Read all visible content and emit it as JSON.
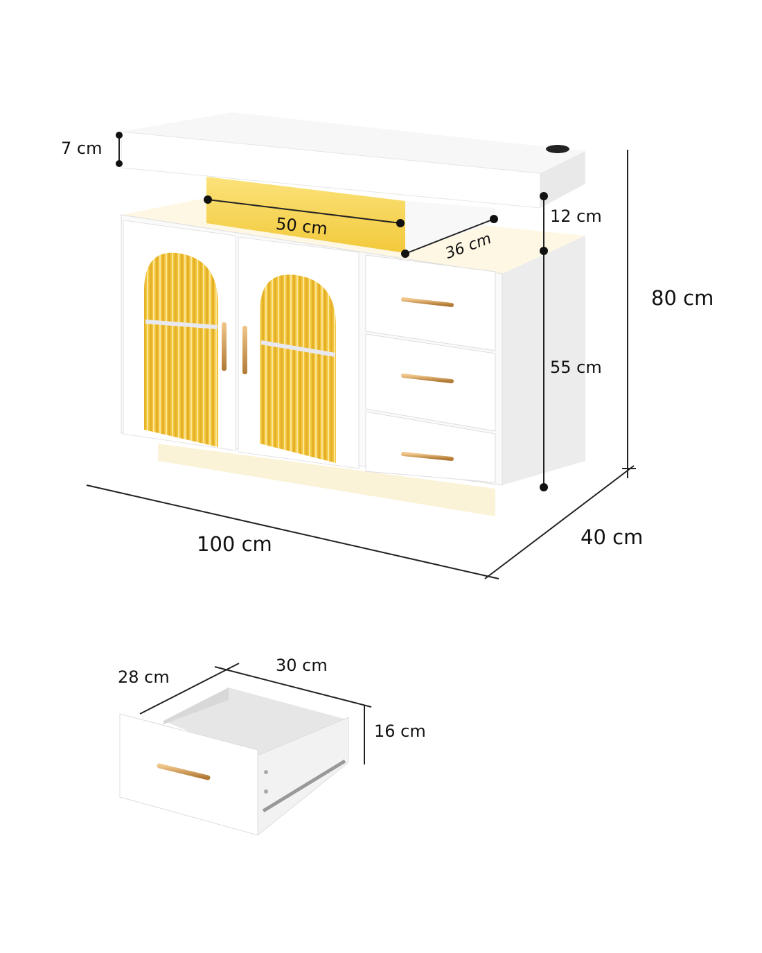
{
  "cabinet": {
    "dimensions": {
      "top_thickness": "7 cm",
      "open_shelf_width": "50 cm",
      "open_shelf_depth": "36 cm",
      "open_shelf_height": "12 cm",
      "total_height": "80 cm",
      "body_height": "55 cm",
      "width": "100 cm",
      "depth": "40 cm"
    }
  },
  "drawer": {
    "dimensions": {
      "depth": "28 cm",
      "width": "30 cm",
      "height": "16 cm"
    }
  },
  "colors": {
    "panel": "#ffffff",
    "panel_shade": "#eeeeee",
    "led_glow": "#f5d24a",
    "handle_gold": "#c9934a"
  }
}
